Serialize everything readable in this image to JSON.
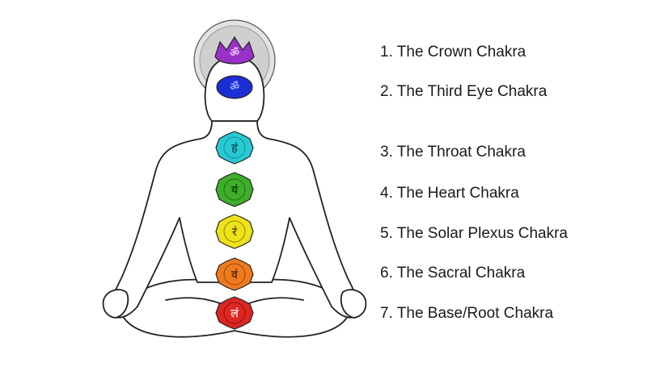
{
  "chakras": [
    {
      "label": "1. The Crown Chakra",
      "color": "#9b2fc9",
      "glyph": "ॐ"
    },
    {
      "label": "2. The Third Eye Chakra",
      "color": "#1c2fd6",
      "glyph": "ॐ"
    },
    {
      "label": "3. The Throat Chakra",
      "color": "#27c9d3",
      "glyph": "हं"
    },
    {
      "label": "4. The Heart Chakra",
      "color": "#3fae2a",
      "glyph": "यं"
    },
    {
      "label": "5. The Solar Plexus Chakra",
      "color": "#f0e21a",
      "glyph": "रं"
    },
    {
      "label": "6. The Sacral Chakra",
      "color": "#ee7a1f",
      "glyph": "वं"
    },
    {
      "label": "7. The Base/Root Chakra",
      "color": "#dd2621",
      "glyph": "लं"
    }
  ],
  "colors": {
    "halo": "#b9b9b9",
    "outline": "#222222",
    "background": "#ffffff"
  }
}
